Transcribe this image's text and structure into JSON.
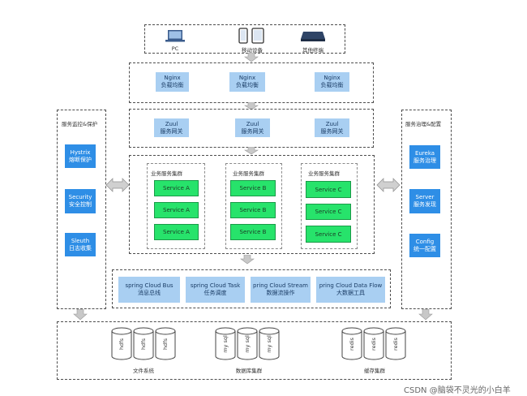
{
  "terminals": {
    "pc": "PC",
    "mobile": "移动设备",
    "other": "其他终端"
  },
  "nginx": [
    {
      "name": "Nginx",
      "desc": "负载均衡"
    },
    {
      "name": "Nginx",
      "desc": "负载均衡"
    },
    {
      "name": "Nginx",
      "desc": "负载均衡"
    }
  ],
  "zuul": [
    {
      "name": "Zuul",
      "desc": "服务网关"
    },
    {
      "name": "Zuul",
      "desc": "服务网关"
    },
    {
      "name": "Zuul",
      "desc": "服务网关"
    }
  ],
  "left_panel": {
    "title": "服务监控&保护",
    "items": [
      {
        "name": "Hystrix",
        "desc": "熔断保护"
      },
      {
        "name": "Security",
        "desc": "安全控制"
      },
      {
        "name": "Sleuth",
        "desc": "日志收集"
      }
    ]
  },
  "right_panel": {
    "title": "服务治理&配置",
    "items": [
      {
        "name": "Eureka",
        "desc": "服务治理"
      },
      {
        "name": "Server",
        "desc": "服务发现"
      },
      {
        "name": "Config",
        "desc": "统一配置"
      }
    ]
  },
  "clusters": [
    {
      "title": "业务服务集群",
      "services": [
        "Service A",
        "Service A",
        "Service A"
      ]
    },
    {
      "title": "业务服务集群",
      "services": [
        "Service B",
        "Service B",
        "Service B"
      ]
    },
    {
      "title": "业务服务集群",
      "services": [
        "Service C",
        "Service C",
        "Service C"
      ]
    }
  ],
  "cloud_tools": [
    {
      "name": "spring Cloud Bus",
      "desc": "消息总线"
    },
    {
      "name": "spring Cloud Task",
      "desc": "任务调度"
    },
    {
      "name": "pring Cloud Stream",
      "desc": "数据流操作"
    },
    {
      "name": "pring Cloud Data Flow",
      "desc": "大数据工具"
    }
  ],
  "storage": {
    "fs": {
      "label": "文件系统",
      "items": [
        "hdfs",
        "hdfs",
        "hdfs"
      ]
    },
    "db": {
      "label": "数据库集群",
      "items": [
        "my sql",
        "my sql",
        "my sql"
      ]
    },
    "cache": {
      "label": "缓存集群",
      "items": [
        "redis",
        "redis",
        "redis"
      ]
    }
  },
  "watermark": "CSDN @脑袋不灵光的小白羊"
}
